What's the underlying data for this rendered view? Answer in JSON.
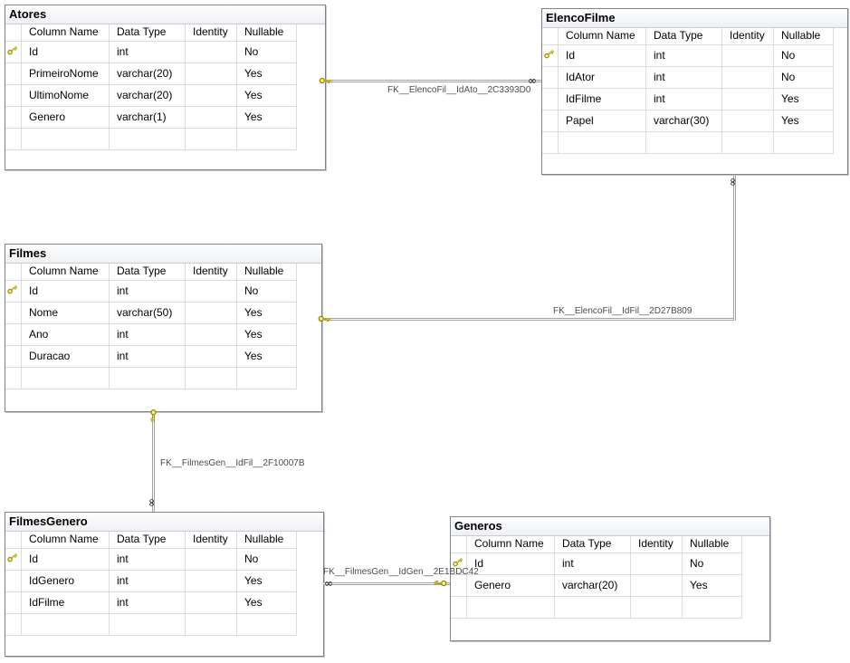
{
  "diagram_type": "database-er-diagram",
  "grid_headers": [
    "Column Name",
    "Data Type",
    "Identity",
    "Nullable"
  ],
  "tables": [
    {
      "name": "Atores",
      "columns": [
        {
          "primary_key": true,
          "name": "Id",
          "type": "int",
          "identity": "",
          "nullable": "No"
        },
        {
          "primary_key": false,
          "name": "PrimeiroNome",
          "type": "varchar(20)",
          "identity": "",
          "nullable": "Yes"
        },
        {
          "primary_key": false,
          "name": "UltimoNome",
          "type": "varchar(20)",
          "identity": "",
          "nullable": "Yes"
        },
        {
          "primary_key": false,
          "name": "Genero",
          "type": "varchar(1)",
          "identity": "",
          "nullable": "Yes"
        }
      ]
    },
    {
      "name": "ElencoFilme",
      "columns": [
        {
          "primary_key": true,
          "name": "Id",
          "type": "int",
          "identity": "",
          "nullable": "No"
        },
        {
          "primary_key": false,
          "name": "IdAtor",
          "type": "int",
          "identity": "",
          "nullable": "No"
        },
        {
          "primary_key": false,
          "name": "IdFilme",
          "type": "int",
          "identity": "",
          "nullable": "Yes"
        },
        {
          "primary_key": false,
          "name": "Papel",
          "type": "varchar(30)",
          "identity": "",
          "nullable": "Yes"
        }
      ]
    },
    {
      "name": "Filmes",
      "columns": [
        {
          "primary_key": true,
          "name": "Id",
          "type": "int",
          "identity": "",
          "nullable": "No"
        },
        {
          "primary_key": false,
          "name": "Nome",
          "type": "varchar(50)",
          "identity": "",
          "nullable": "Yes"
        },
        {
          "primary_key": false,
          "name": "Ano",
          "type": "int",
          "identity": "",
          "nullable": "Yes"
        },
        {
          "primary_key": false,
          "name": "Duracao",
          "type": "int",
          "identity": "",
          "nullable": "Yes"
        }
      ]
    },
    {
      "name": "FilmesGenero",
      "columns": [
        {
          "primary_key": true,
          "name": "Id",
          "type": "int",
          "identity": "",
          "nullable": "No"
        },
        {
          "primary_key": false,
          "name": "IdGenero",
          "type": "int",
          "identity": "",
          "nullable": "Yes"
        },
        {
          "primary_key": false,
          "name": "IdFilme",
          "type": "int",
          "identity": "",
          "nullable": "Yes"
        }
      ]
    },
    {
      "name": "Generos",
      "columns": [
        {
          "primary_key": true,
          "name": "Id",
          "type": "int",
          "identity": "",
          "nullable": "No"
        },
        {
          "primary_key": false,
          "name": "Genero",
          "type": "varchar(20)",
          "identity": "",
          "nullable": "Yes"
        }
      ]
    }
  ],
  "relationships": [
    {
      "label": "FK__ElencoFil__IdAto__2C3393D0",
      "one_side": "Atores",
      "many_side": "ElencoFilme"
    },
    {
      "label": "FK__ElencoFil__IdFil__2D27B809",
      "one_side": "Filmes",
      "many_side": "ElencoFilme"
    },
    {
      "label": "FK__FilmesGen__IdFil__2F10007B",
      "one_side": "Filmes",
      "many_side": "FilmesGenero"
    },
    {
      "label": "FK__FilmesGen__IdGen__2E1BDC42",
      "one_side": "Generos",
      "many_side": "FilmesGenero"
    }
  ],
  "icons": {
    "primary_key_icon": "key",
    "one_end_icon": "key",
    "many_end_icon": "∞"
  },
  "colors": {
    "canvas_background": "#ffffff",
    "table_border": "#7e848d",
    "title_bar_gradient_end": "#eef0f3",
    "grid_line": "#dcdcdc",
    "connector_line": "#a3a3a3",
    "key_icon_fill": "#ffe842",
    "relationship_label_text": "#4c4c4c"
  }
}
